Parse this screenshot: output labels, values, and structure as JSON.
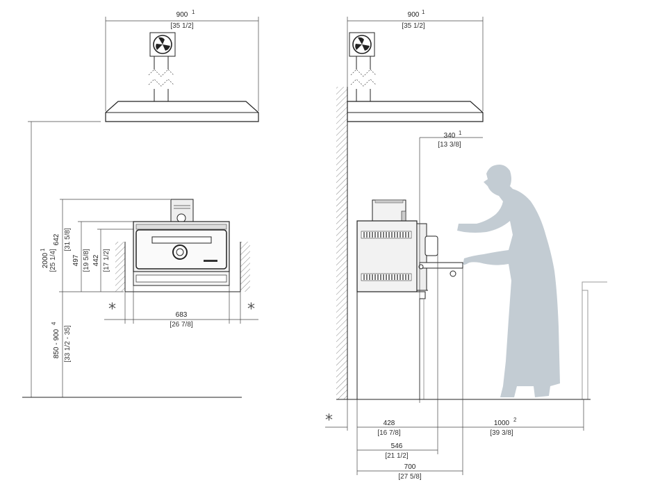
{
  "front_view": {
    "hood_width": "900",
    "hood_width_note": "1",
    "hood_width_in": "[35 1/2]",
    "total_height": "2000",
    "total_height_note": "1",
    "total_height_in": "[25 1/4]",
    "counter_height": "850 - 900",
    "counter_height_note": "4",
    "counter_height_in": "[33 1/2 - 35]",
    "oven_height_642": "642",
    "oven_height_642_in": "[31 5/8]",
    "oven_height_497": "497",
    "oven_height_497_in": "[19 5/8]",
    "oven_height_442": "442",
    "oven_height_442_in": "[17 1/2]",
    "oven_width": "683",
    "oven_width_in": "[26 7/8]",
    "clearance_mark_left": "*",
    "clearance_mark_right": "*"
  },
  "side_view": {
    "hood_width": "900",
    "hood_width_note": "1",
    "hood_width_in": "[35 1/2]",
    "hood_overhang": "340",
    "hood_overhang_note": "1",
    "hood_overhang_in": "[13 3/8]",
    "depth_428": "428",
    "depth_428_in": "[16 7/8]",
    "depth_546": "546",
    "depth_546_in": "[21 1/2]",
    "depth_700": "700",
    "depth_700_in": "[27 5/8]",
    "working_space": "1000",
    "working_space_note": "2",
    "working_space_in": "[39 3/8]",
    "clearance_mark": "*"
  },
  "colors": {
    "line": "#222222",
    "silhouette": "#c3ccd3",
    "wall_hatch": "#888888",
    "oven_panel": "#f2f2f2"
  },
  "icons": [
    "extractor-fan-icon",
    "extractor-fan-icon"
  ]
}
